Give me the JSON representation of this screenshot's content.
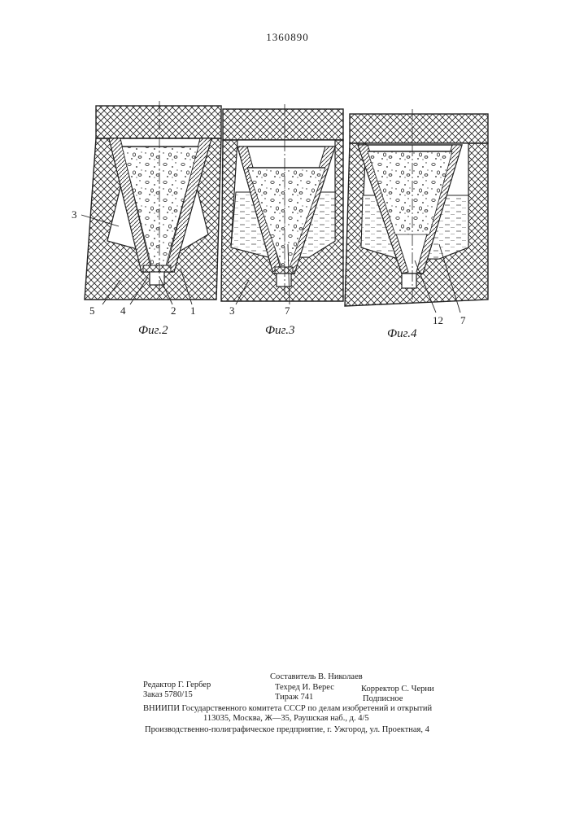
{
  "document": {
    "patent_number": "1360890"
  },
  "figures": [
    {
      "caption": "Фиг.2",
      "labels": [
        "3",
        "5",
        "4",
        "2",
        "1"
      ]
    },
    {
      "caption": "Фиг.3",
      "labels": [
        "3",
        "7"
      ]
    },
    {
      "caption": "Фиг.4",
      "labels": [
        "12",
        "7"
      ]
    }
  ],
  "imprint": {
    "editor": "Редактор Г. Гербер",
    "order": "Заказ 5780/15",
    "compiler": "Составитель В. Николаев",
    "techred": "Техред И. Верес",
    "circulation": "Тираж 741",
    "corrector": "Корректор С. Черни",
    "subscription": "Подписное",
    "institute": "ВНИИПИ Государственного комитета СССР по делам изобретений и открытий",
    "address": "113035, Москва, Ж—35, Раушская наб., д. 4/5",
    "printer": "Производственно-полиграфическое предприятие, г. Ужгород, ул. Проектная, 4"
  }
}
